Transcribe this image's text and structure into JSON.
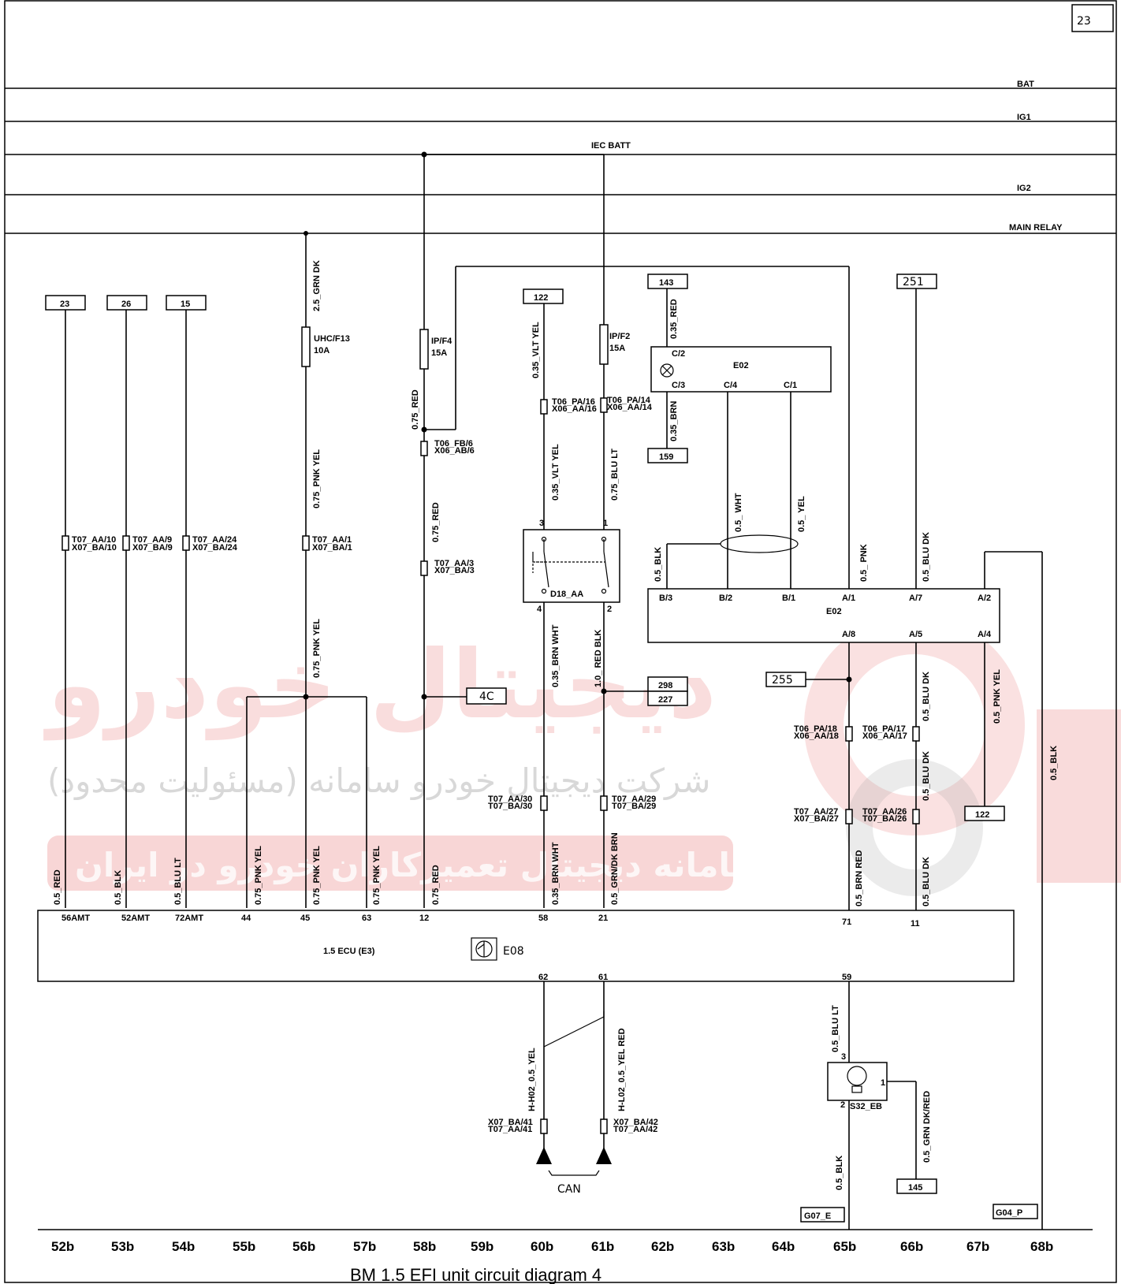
{
  "page_number": "23",
  "rails": {
    "bat": "BAT",
    "ig1": "IG1",
    "iec_batt": "IEC BATT",
    "ig2": "IG2",
    "main_relay": "MAIN RELAY"
  },
  "ref_boxes": {
    "r23": "23",
    "r26": "26",
    "r15": "15",
    "r122": "122",
    "r143": "143",
    "r159": "159",
    "r251": "251",
    "r4c": "4C",
    "r298": "298",
    "r227": "227",
    "r255": "255",
    "r122b": "122",
    "r145": "145"
  },
  "fuses": {
    "uhc": "UHC/F13",
    "uhc_amp": "10A",
    "ipf4": "IP/F4",
    "ipf4_amp": "15A",
    "ipf2": "IP/F2",
    "ipf2_amp": "15A"
  },
  "wires": {
    "w1": "0.5_RED",
    "w2": "0.5_BLK",
    "w3": "0.5_BLU LT",
    "w4": "0.75_PNK YEL",
    "w5": "0.75_PNK YEL",
    "w6": "0.75_PNK YEL",
    "w7": "0.75_RED",
    "w8": "0.35_BRN WHT",
    "w9": "0.5_GRN/DK BRN",
    "w10": "2.5_GRN DK",
    "w11": "0.75_PNK YEL",
    "w12": "0.75_PNK YEL",
    "w13": "0.75_RED",
    "w14": "0.75_RED",
    "w15": "0.35_VLT YEL",
    "w16": "0.35_VLT YEL",
    "w17": "0.35_BRN WHT",
    "w18": "0.75_BLU LT",
    "w19": "1.0_ RED BLK",
    "w20": "0.35_RED",
    "w21": "0.35_BRN",
    "w22": "0.5_ WHT",
    "w23": "0.5_ YEL",
    "w24": "0.5_BLK",
    "w25": "0.5_ PNK",
    "w26": "0.5_BLU DK",
    "w27": "0.5_BLU DK",
    "w28": "0.5_BLU DK",
    "w29": "0.5_BLU DK",
    "w30": "0.5_BRN RED",
    "w31": "0.5_PNK YEL",
    "w32": "0.5_BLK",
    "w33": "H-H02_0.5_YEL",
    "w34": "H-L02_0.5_YEL RED",
    "w35": "0.5_BLU LT",
    "w36": "0.5_GRN DK/RED",
    "w37": "0.5_BLK"
  },
  "connectors": {
    "c1a": "T07_AA/10",
    "c1b": "X07_BA/10",
    "c2a": "T07_AA/9",
    "c2b": "X07_BA/9",
    "c3a": "T07_AA/24",
    "c3b": "X07_BA/24",
    "c4a": "T07_AA/1",
    "c4b": "X07_BA/1",
    "c5a": "T06_FB/6",
    "c5b": "X06_AB/6",
    "c6a": "T07_AA/3",
    "c6b": "X07_BA/3",
    "c7a": "T06_PA/16",
    "c7b": "X06_AA/16",
    "c8a": "T06_PA/14",
    "c8b": "X06_AA/14",
    "c9a": "T07_AA/30",
    "c9b": "T07_BA/30",
    "c10a": "T07_AA/29",
    "c10b": "T07_BA/29",
    "c11a": "T06_PA/18",
    "c11b": "X06_AA/18",
    "c12a": "T06_PA/17",
    "c12b": "X06_AA/17",
    "c13a": "T07_AA/27",
    "c13b": "X07_BA/27",
    "c14a": "T07_AA/26",
    "c14b": "T07_BA/26",
    "c15a": "X07_BA/41",
    "c15b": "T07_AA/41",
    "c16a": "X07_BA/42",
    "c16b": "T07_AA/42"
  },
  "switch": {
    "name": "D18_AA",
    "p1": "1",
    "p2": "2",
    "p3": "3",
    "p4": "4"
  },
  "lamp_module": {
    "name": "E02",
    "c2": "C/2",
    "c3": "C/3",
    "c4": "C/4",
    "c1": "C/1"
  },
  "module_e02b": {
    "name": "E02",
    "b3": "B/3",
    "b2": "B/2",
    "b1": "B/1",
    "a1": "A/1",
    "a7": "A/7",
    "a2": "A/2",
    "a8": "A/8",
    "a5": "A/5",
    "a4": "A/4"
  },
  "ecu": {
    "name": "1.5  ECU (E3)",
    "code": "E08",
    "top_pins": [
      "56AMT",
      "52AMT",
      "72AMT",
      "44",
      "45",
      "63",
      "12",
      "58",
      "21",
      "71",
      "11"
    ],
    "bottom_pins": [
      "62",
      "61",
      "59"
    ]
  },
  "sensor": {
    "name": "S32_EB",
    "p1": "1",
    "p2": "2",
    "p3": "3"
  },
  "grounds": {
    "g07": "G07_E",
    "g04": "G04_P"
  },
  "can_label": "CAN",
  "columns": [
    "52b",
    "53b",
    "54b",
    "55b",
    "56b",
    "57b",
    "58b",
    "59b",
    "60b",
    "61b",
    "62b",
    "63b",
    "64b",
    "65b",
    "66b",
    "67b",
    "68b"
  ],
  "caption": "BM 1.5 EFI unit circuit diagram 4",
  "watermark": {
    "brand": "دیجیتال خودرو",
    "company": "شرکت دیجیتال خودرو سامانه (مسئولیت محدود)",
    "slogan": "اولین سامانه دیجیتال تعمیرکاران خودرو در ایران"
  }
}
